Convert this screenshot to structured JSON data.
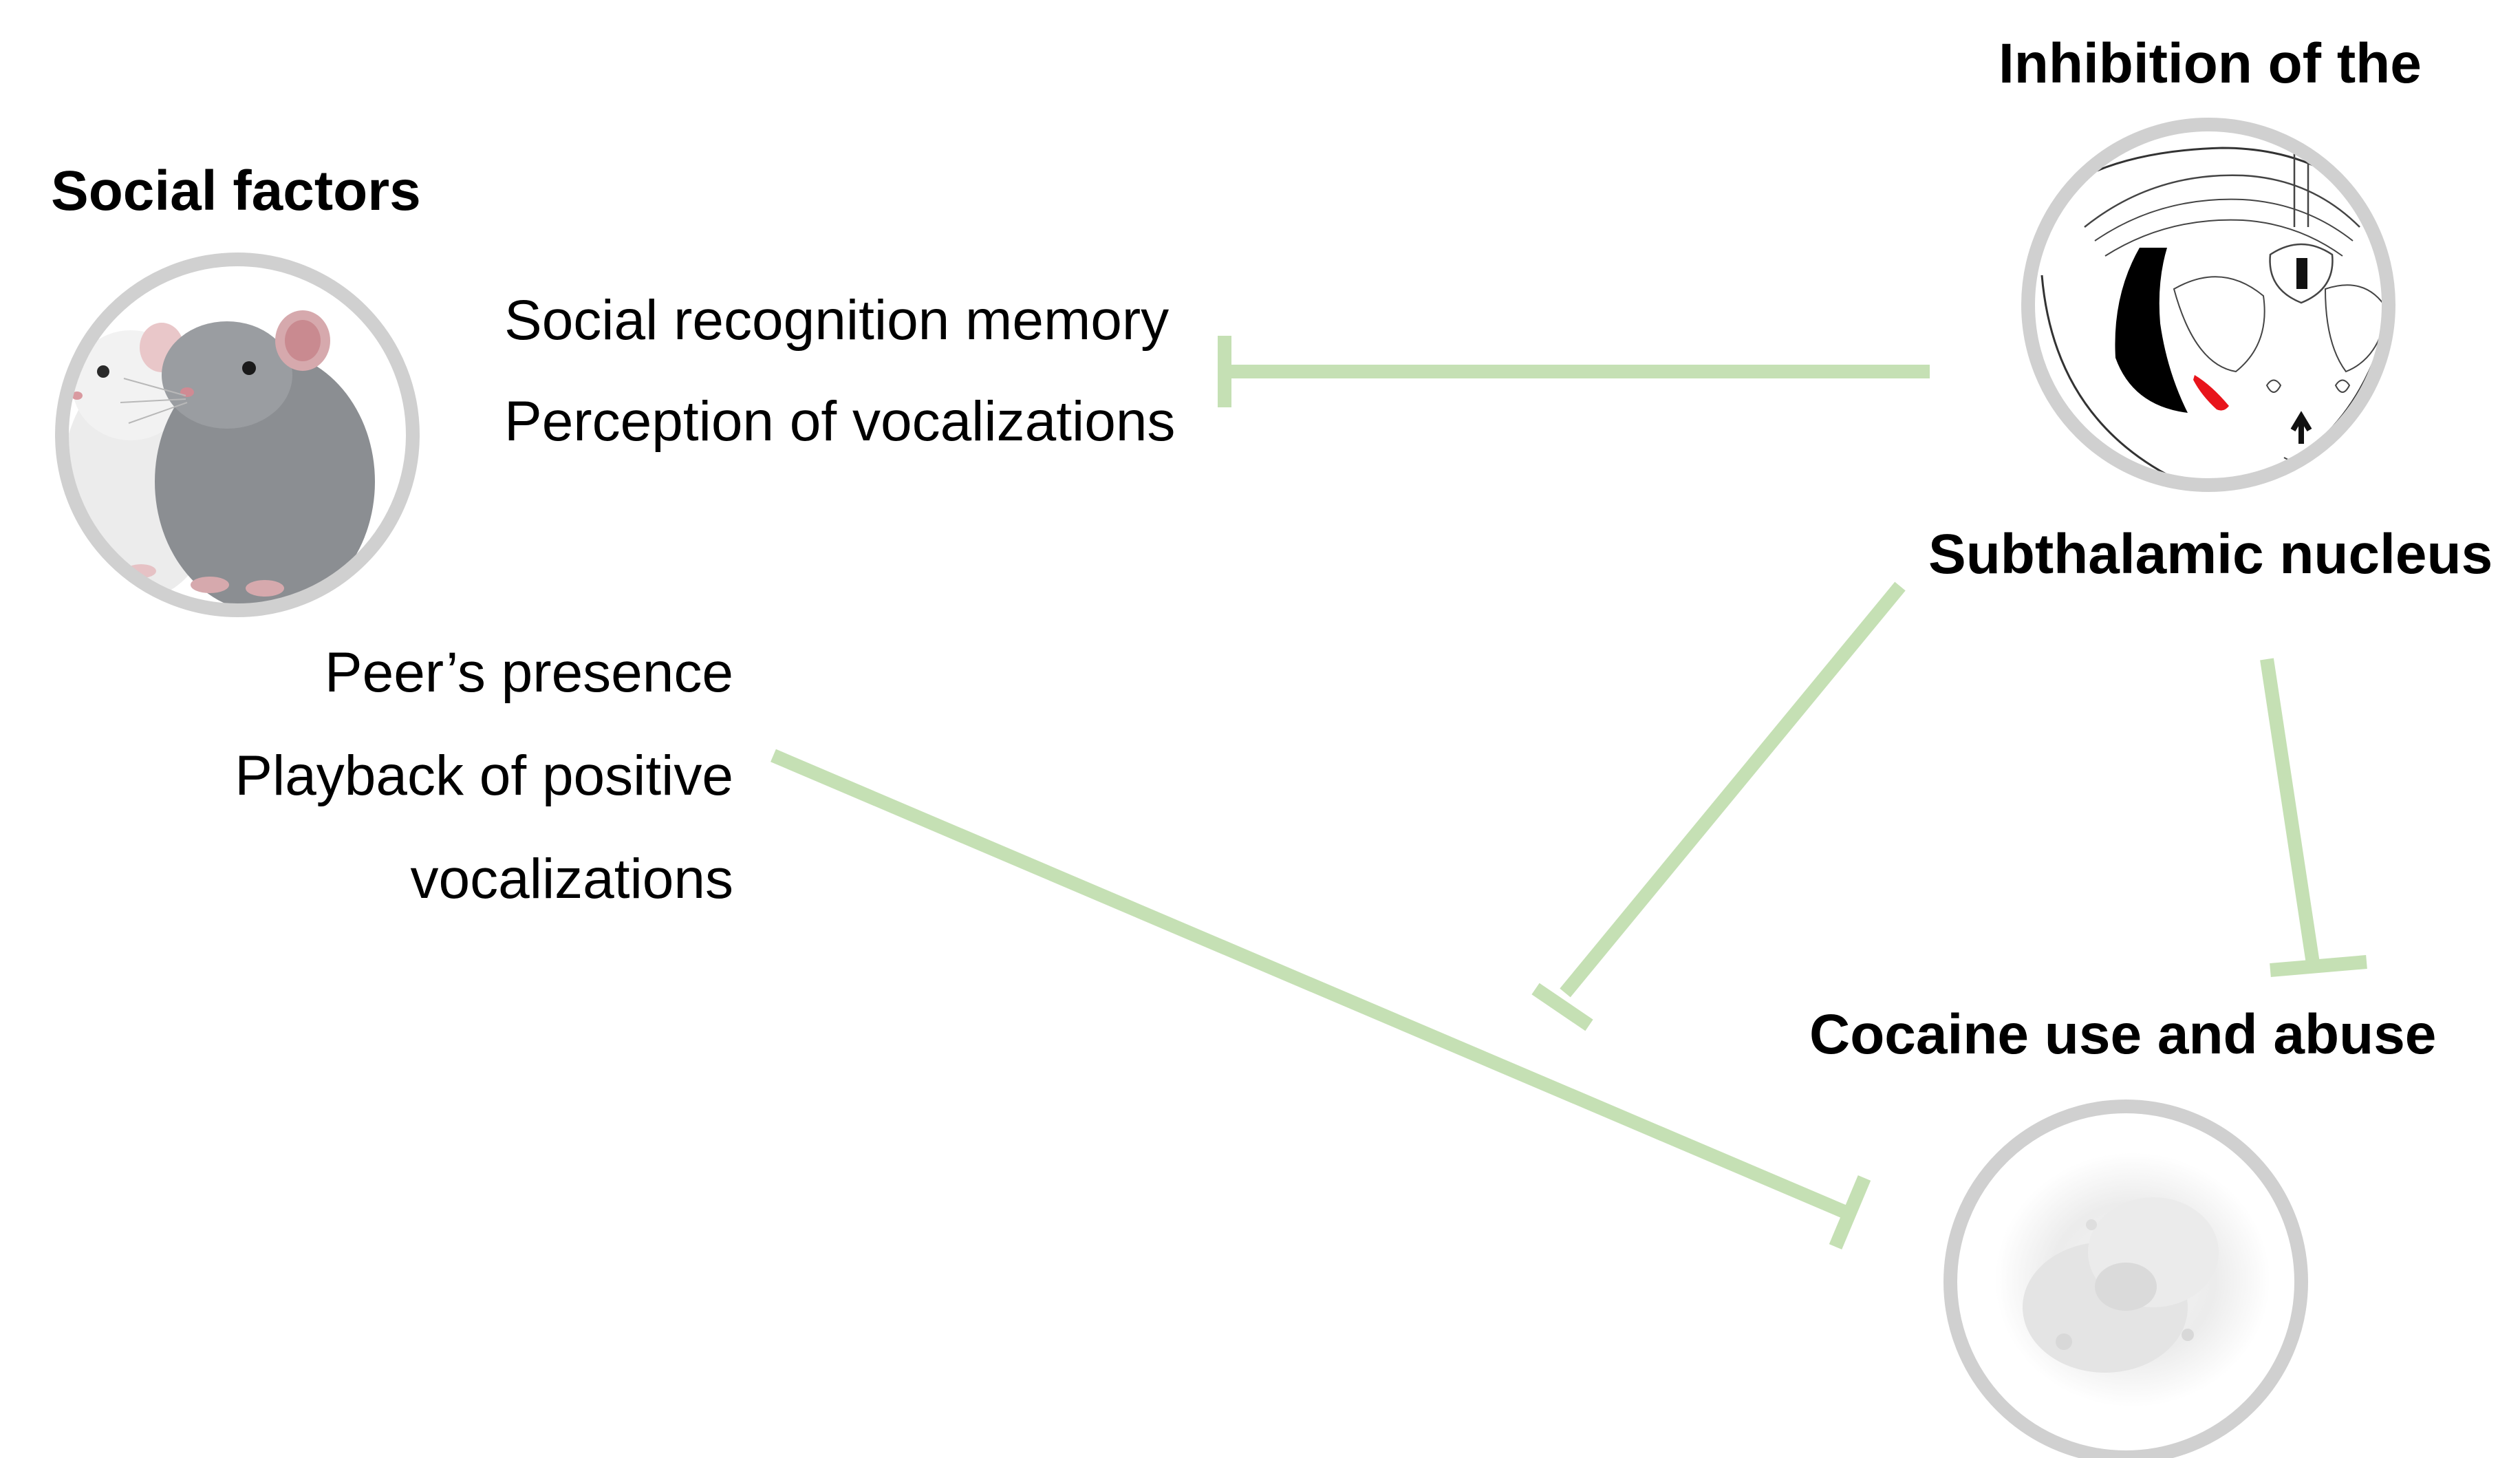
{
  "nodes": {
    "social": {
      "title": "Social factors",
      "upper_effects": [
        "Social recognition memory",
        "Perception of vocalizations"
      ],
      "lower_effects": [
        "Peer’s presence",
        "Playback of positive",
        "vocalizations"
      ]
    },
    "stn": {
      "title_line1": "Inhibition of the",
      "title_line2": "Subthalamic nucleus"
    },
    "cocaine": {
      "title": "Cocaine use and abuse"
    }
  },
  "edges": [
    {
      "from": "stn",
      "to": "social",
      "type": "inhibition"
    },
    {
      "from": "stn",
      "to": "social-cocaine-link",
      "type": "inhibition"
    },
    {
      "from": "stn",
      "to": "cocaine",
      "type": "inhibition"
    },
    {
      "from": "social",
      "to": "cocaine",
      "type": "inhibition"
    }
  ],
  "colors": {
    "edge": "#c5e0b4",
    "ring": "#d0d0d0",
    "lesion": "#e8141b"
  }
}
